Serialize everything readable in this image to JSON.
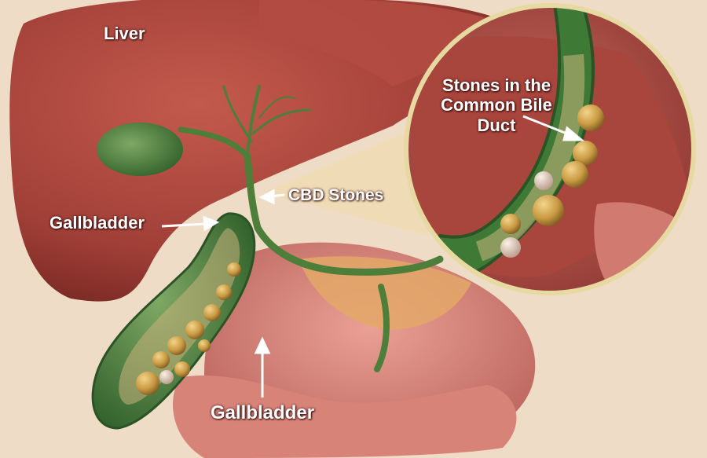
{
  "labels": {
    "liver": "Liver",
    "cbd_stones": "CBD Stones",
    "gallbladder_left": "Gallbladder",
    "gallbladder_bottom": "Gallbladder",
    "inset_title": "Stones in the Common Bile Duct"
  },
  "colors": {
    "background": "#efdcc7",
    "liver": "#a8453c",
    "gallbladder": "#3e7a36",
    "duct": "#4d7f3a",
    "stone": "#c99a42",
    "intestine": "#d98a80",
    "inset_border": "#e7d9a2"
  }
}
